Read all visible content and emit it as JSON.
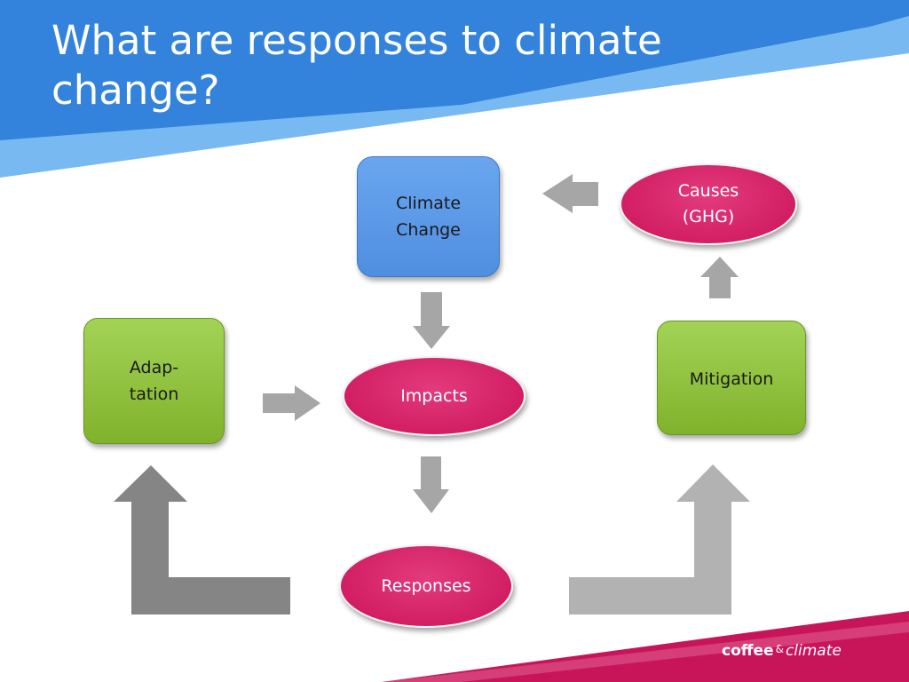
{
  "slide": {
    "title": "What are responses to climate change?"
  },
  "nodes": {
    "climate_change": "Climate\nChange",
    "causes": "Causes\n(GHG)",
    "adaptation": "Adap-\ntation",
    "impacts": "Impacts",
    "mitigation": "Mitigation",
    "responses": "Responses"
  },
  "logo": {
    "word1": "coffee",
    "amp": "&",
    "word2": "climate"
  },
  "colors": {
    "header_blue": "#2f7fd9",
    "header_light_blue": "#7bbcf2",
    "box_blue": "#5b9ae8",
    "box_green": "#8cc63e",
    "ellipse_magenta": "#d81b60",
    "footer_magenta": "#c8155a",
    "arrow_gray": "#a6a6a6",
    "arrow_dark_gray": "#868686"
  }
}
